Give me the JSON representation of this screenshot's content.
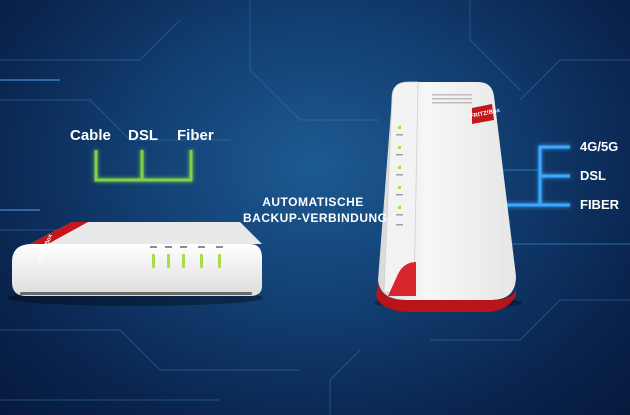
{
  "inputs": {
    "cable": "Cable",
    "dsl": "DSL",
    "fiber": "Fiber"
  },
  "backup": {
    "line1": "AUTOMATISCHE",
    "line2": "BACKUP-VERBINDUNG"
  },
  "outputs": {
    "lte": "4G/5G",
    "dsl": "DSL",
    "fiber": "FIBER"
  },
  "devices": {
    "brand_router": "FRITZ!Box",
    "brand_5g": "FRITZ!Box"
  },
  "colors": {
    "green_line": "#7fd14a",
    "red_line": "#d8262e",
    "blue_line": "#3aa8ff",
    "device_body": "#f2f2f2",
    "device_accent": "#c4161c"
  }
}
